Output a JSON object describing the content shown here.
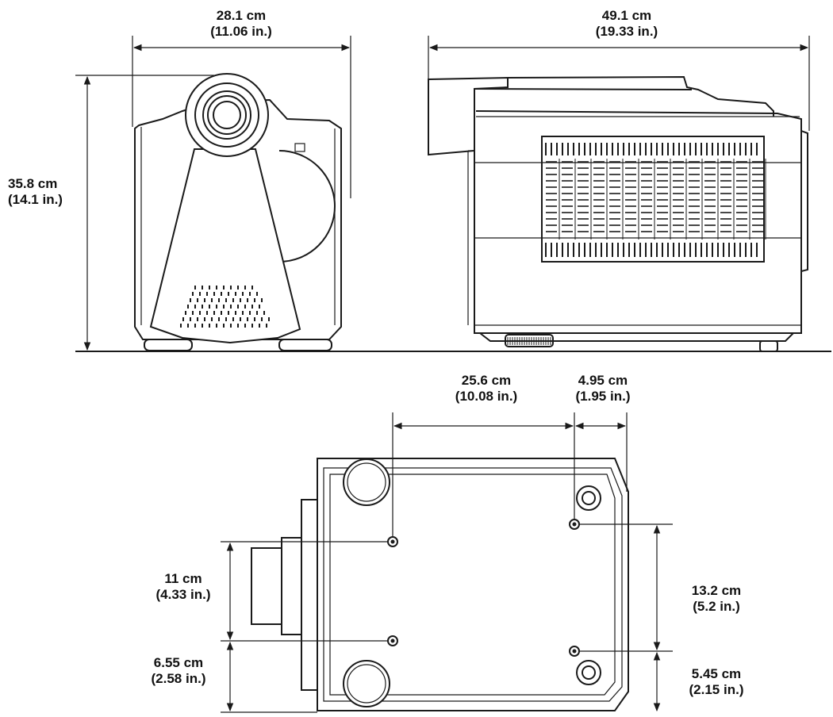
{
  "front_view": {
    "width": {
      "metric": "28.1 cm",
      "imperial": "(11.06 in.)"
    },
    "height": {
      "metric": "35.8 cm",
      "imperial": "(14.1 in.)"
    }
  },
  "side_view": {
    "depth": {
      "metric": "49.1 cm",
      "imperial": "(19.33  in.)"
    }
  },
  "bottom_view": {
    "foot_spacing": {
      "metric": "25.6 cm",
      "imperial": "(10.08  in.)"
    },
    "rear_offset": {
      "metric": "4.95 cm",
      "imperial": "(1.95 in.)"
    },
    "front_hole_spacing": {
      "metric": "11 cm",
      "imperial": "(4.33 in.)"
    },
    "front_hole_offset": {
      "metric": "6.55 cm",
      "imperial": "(2.58 in.)"
    },
    "rear_hole_spacing": {
      "metric": "13.2 cm",
      "imperial": "(5.2 in.)"
    },
    "rear_hole_offset": {
      "metric": "5.45 cm",
      "imperial": "(2.15 in.)"
    }
  }
}
